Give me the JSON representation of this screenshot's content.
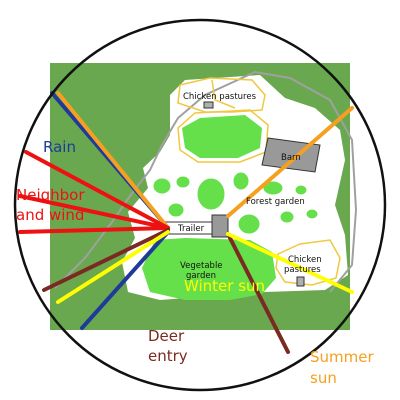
{
  "labels": {
    "chicken_pastures_top": "Chicken pastures",
    "barn": "Barn",
    "forest_garden": "Forest garden",
    "trailer": "Trailer",
    "vegetable_garden_line1": "Vegetable",
    "vegetable_garden_line2": "garden",
    "chicken_pastures_right_line1": "Chicken",
    "chicken_pastures_right_line2": "pastures",
    "rain": "Rain",
    "neighbor_line1": "Neighbor",
    "neighbor_line2": "and wind",
    "winter_sun": "Winter sun",
    "deer_line1": "Deer",
    "deer_line2": "entry",
    "summer_line1": "Summer",
    "summer_line2": "sun"
  },
  "colors": {
    "field": "#6aa84f",
    "cleared": "#ffffff",
    "bright_green": "#66e04a",
    "barn_fill": "#999999",
    "path": "#a0a0a0",
    "pasture_outline": "#f0c840",
    "rain": "#1f3a9a",
    "neighbor_wind": "#ee1111",
    "winter_sun": "#ffff00",
    "deer": "#7a2a20",
    "summer_sun": "#f5a020"
  }
}
